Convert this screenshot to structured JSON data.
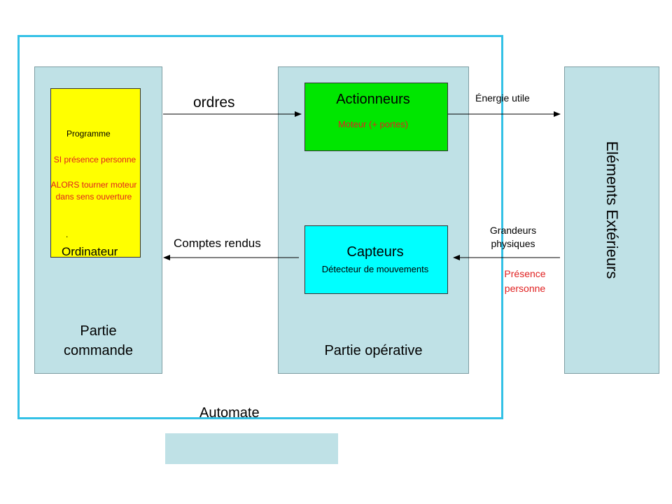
{
  "colors": {
    "frame": "#33c1e6",
    "panel": "#bfe1e6",
    "ordinateur": "#ffff00",
    "actionneurs": "#00e600",
    "capteurs": "#00ffff",
    "red_text": "#e02020"
  },
  "automate": {
    "label": "Automate"
  },
  "partie_commande": {
    "label_line1": "Partie",
    "label_line2": "commande",
    "ordinateur": {
      "programme": "Programme",
      "condition": "SI présence personne",
      "action_line1": "ALORS tourner moteur",
      "action_line2": "dans sens ouverture",
      "dot": ".",
      "label": "Ordinateur"
    }
  },
  "partie_operative": {
    "label": "Partie opérative",
    "actionneurs": {
      "title": "Actionneurs",
      "subtitle": "Moteur (+ portes)"
    },
    "capteurs": {
      "title": "Capteurs",
      "subtitle": "Détecteur de mouvements"
    }
  },
  "elements_exterieurs": {
    "label": "Eléments Extérieurs"
  },
  "arrows": {
    "ordres": "ordres",
    "comptes_rendus": "Comptes rendus",
    "energie_utile": "Énergie utile",
    "grandeurs_line1": "Grandeurs",
    "grandeurs_line2": "physiques",
    "presence_line1": "Présence",
    "presence_line2": "personne"
  }
}
